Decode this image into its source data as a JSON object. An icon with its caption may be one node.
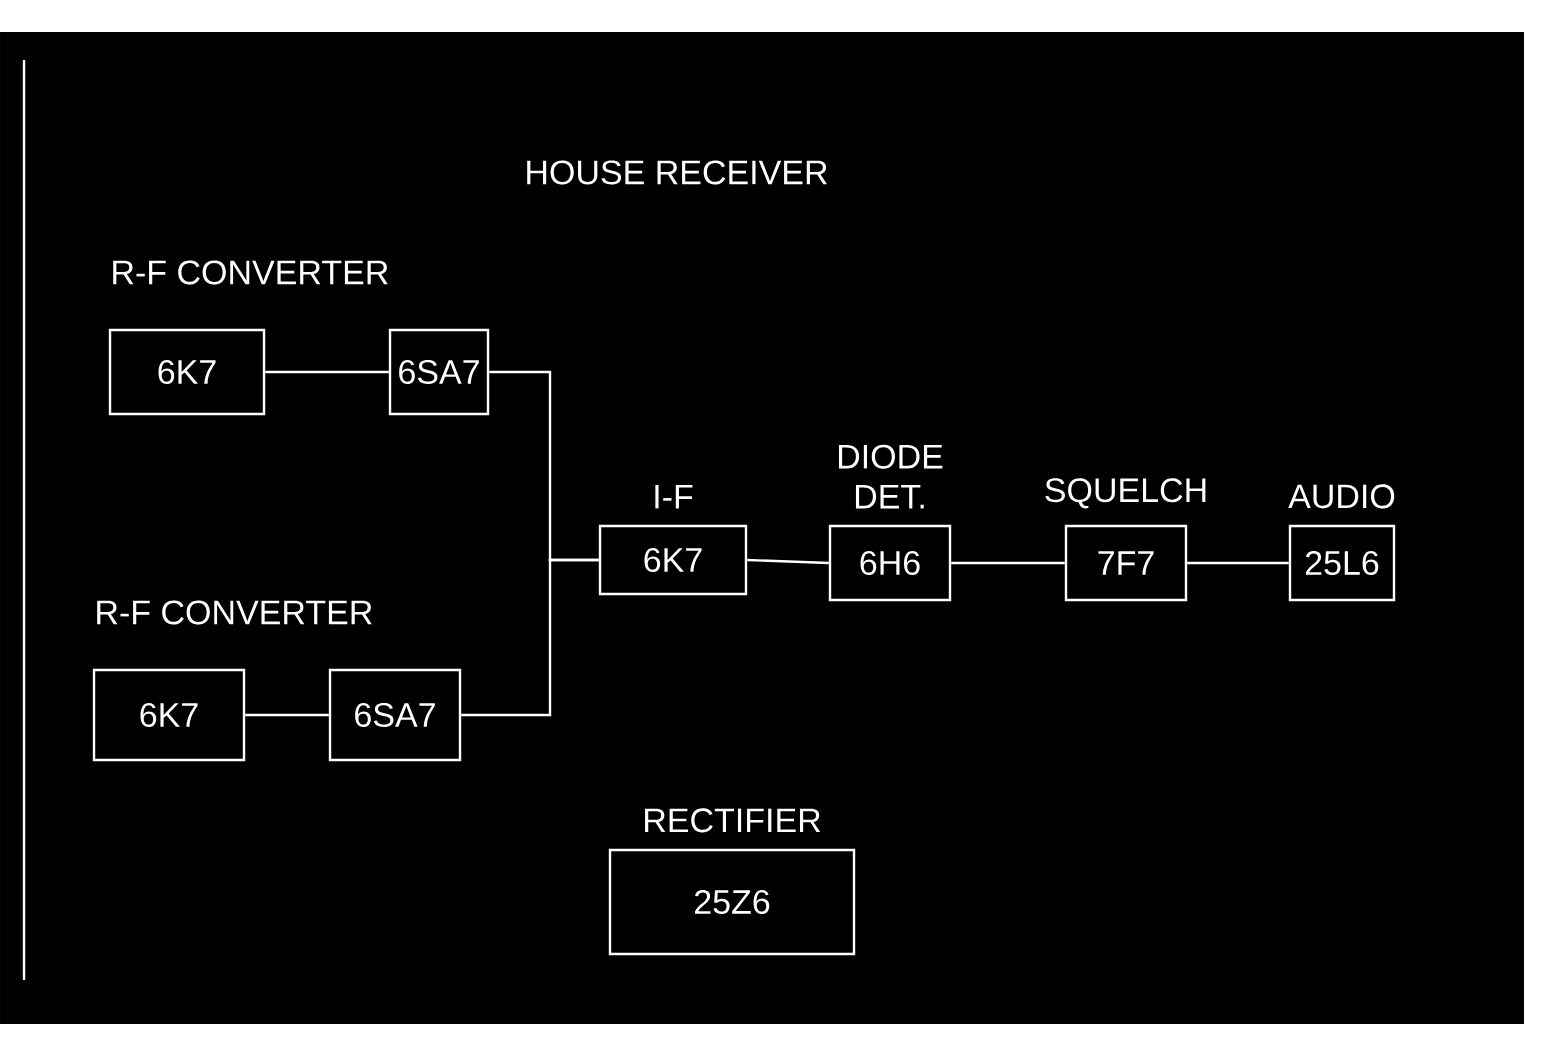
{
  "diagram": {
    "title": "HOUSE RECEIVER",
    "nodes": [
      {
        "text": [
          "6K7"
        ]
      },
      {
        "text": [
          "6SA7"
        ]
      },
      {
        "text": [
          "I-F",
          "6K7"
        ]
      },
      {
        "text": [
          "6K7"
        ]
      },
      {
        "text": [
          "6SA7"
        ]
      },
      {
        "text": [
          "DIODE DET.",
          "6H6"
        ]
      },
      {
        "text": [
          "SQUELCH",
          "7F7"
        ]
      },
      {
        "text": [
          "AUDIO",
          "25L6"
        ]
      },
      {
        "text": [
          "RECTIFIER",
          "25Z6"
        ]
      }
    ],
    "edges": [
      {
        "from": 0,
        "to": 1,
        "arrow": "none"
      },
      {
        "from": 1,
        "to": 2,
        "arrow": "none"
      },
      {
        "from": 3,
        "to": 4,
        "arrow": "none"
      },
      {
        "from": 4,
        "to": 2,
        "arrow": "none"
      },
      {
        "from": 2,
        "to": 5,
        "arrow": "none"
      },
      {
        "from": 5,
        "to": 6,
        "arrow": "none"
      },
      {
        "from": 6,
        "to": 7,
        "arrow": "none"
      }
    ],
    "labels": [
      "R-F CONVERTER",
      "R-F CONVERTER"
    ]
  }
}
